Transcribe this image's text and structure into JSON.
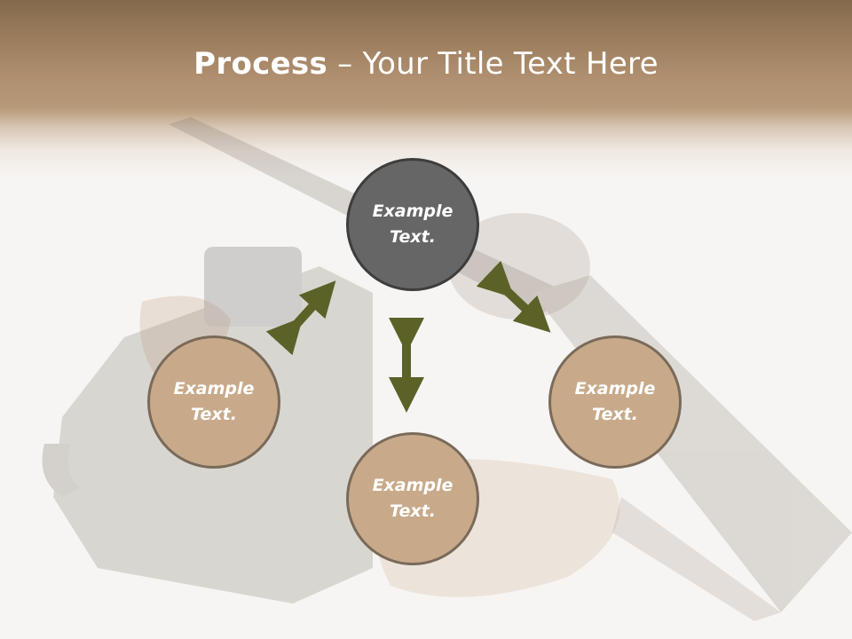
{
  "title": {
    "bold": "Process",
    "rest": " – Your Title Text Here"
  },
  "nodes": {
    "top": "Example Text.",
    "left": "Example Text.",
    "right": "Example Text.",
    "bottom": "Example Text."
  },
  "colors": {
    "header_band": "#9c7e5e",
    "node_active": "#666666",
    "node_default": "#c8aa8a",
    "arrow": "#5c6128"
  }
}
